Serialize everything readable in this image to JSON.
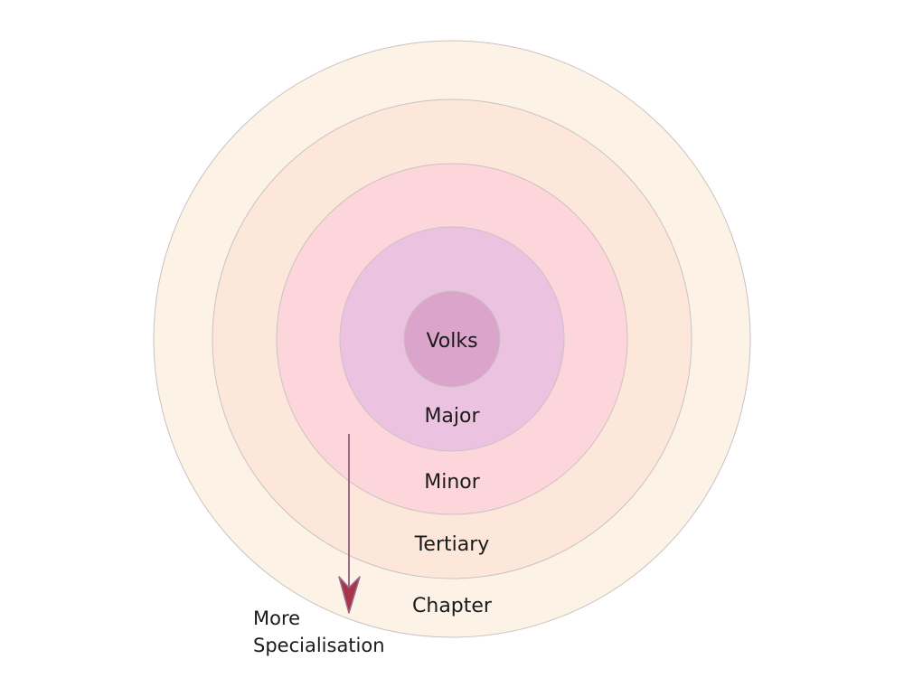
{
  "rings": [
    {
      "label": "Chapter",
      "fill": "#fdf2e6"
    },
    {
      "label": "Tertiary",
      "fill": "#fde7da"
    },
    {
      "label": "Minor",
      "fill": "#fdd6dc"
    },
    {
      "label": "Major",
      "fill": "#ebc3e0"
    },
    {
      "label": "Volks",
      "fill": "#dba4ca"
    }
  ],
  "ring_stroke": "#c9c2c2",
  "arrow": {
    "color": "#9a6a8a",
    "head_color": "#a8324a",
    "note_lines": [
      "More",
      "Specialisation"
    ]
  }
}
